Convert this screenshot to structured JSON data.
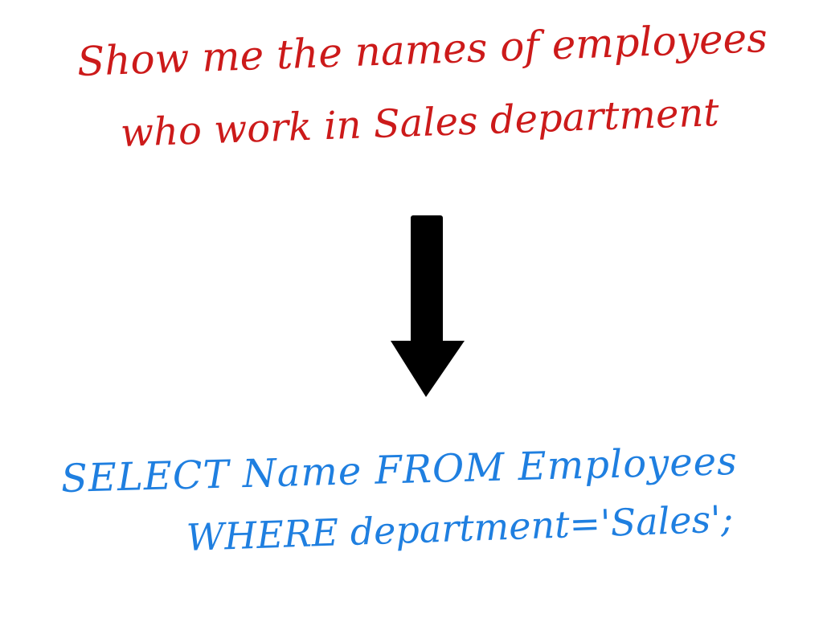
{
  "natural_language": {
    "line_1": "Show me the names of employees",
    "line_2": "who work in Sales department"
  },
  "sql": {
    "line_1": "SELECT Name FROM Employees",
    "line_2": "WHERE department='Sales';"
  },
  "arrow": {
    "direction": "down",
    "icon": "arrow-down-icon"
  },
  "colors": {
    "natural_language": "#cc1a1a",
    "sql": "#1f7fe0",
    "arrow": "#000000",
    "background": "#ffffff"
  }
}
